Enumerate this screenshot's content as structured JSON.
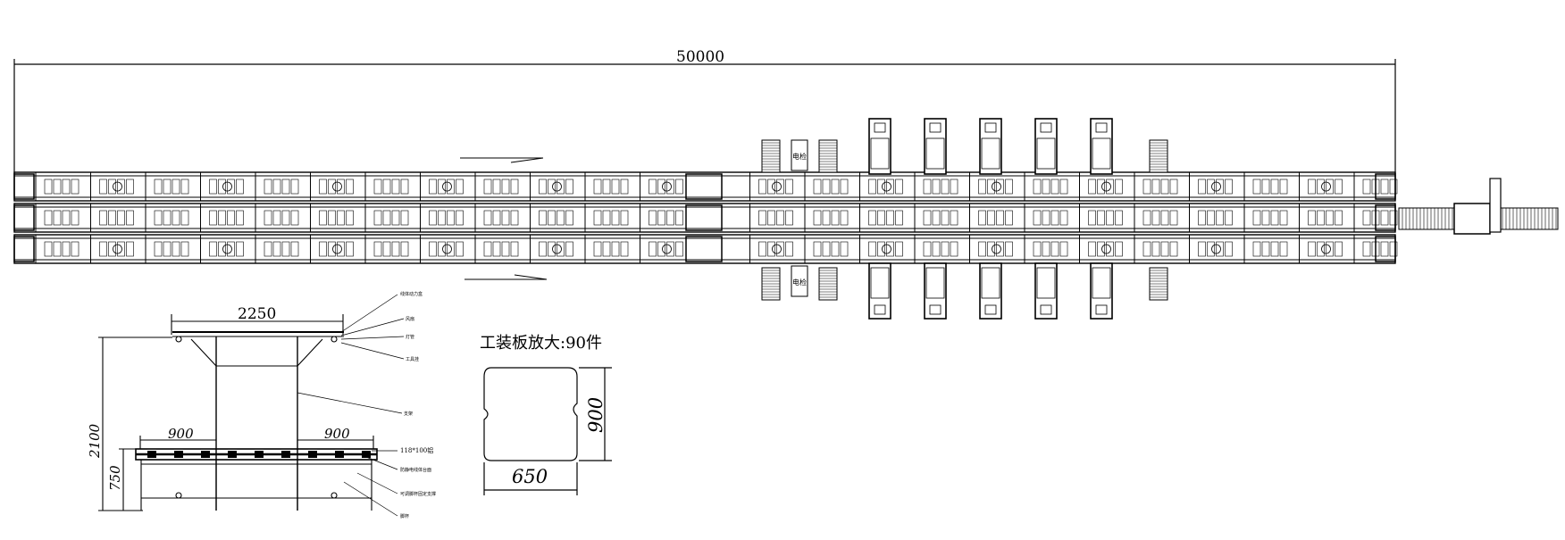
{
  "overall_length": "50000",
  "station_labels": {
    "top": "电检",
    "bottom": "电检"
  },
  "fixture_note": "工装板放大:90件",
  "section_dims": {
    "width": "2250",
    "height_total": "2100",
    "height_table": "750",
    "left_bay": "900",
    "right_bay": "900"
  },
  "section_callouts": [
    "线体动力盒",
    "风扇",
    "灯管",
    "工具挂",
    "支架",
    "118*100铝",
    "防静电线体台面",
    "可调脚杯固定支撑",
    "脚杯"
  ],
  "board_dims": {
    "width": "650",
    "height": "900"
  }
}
